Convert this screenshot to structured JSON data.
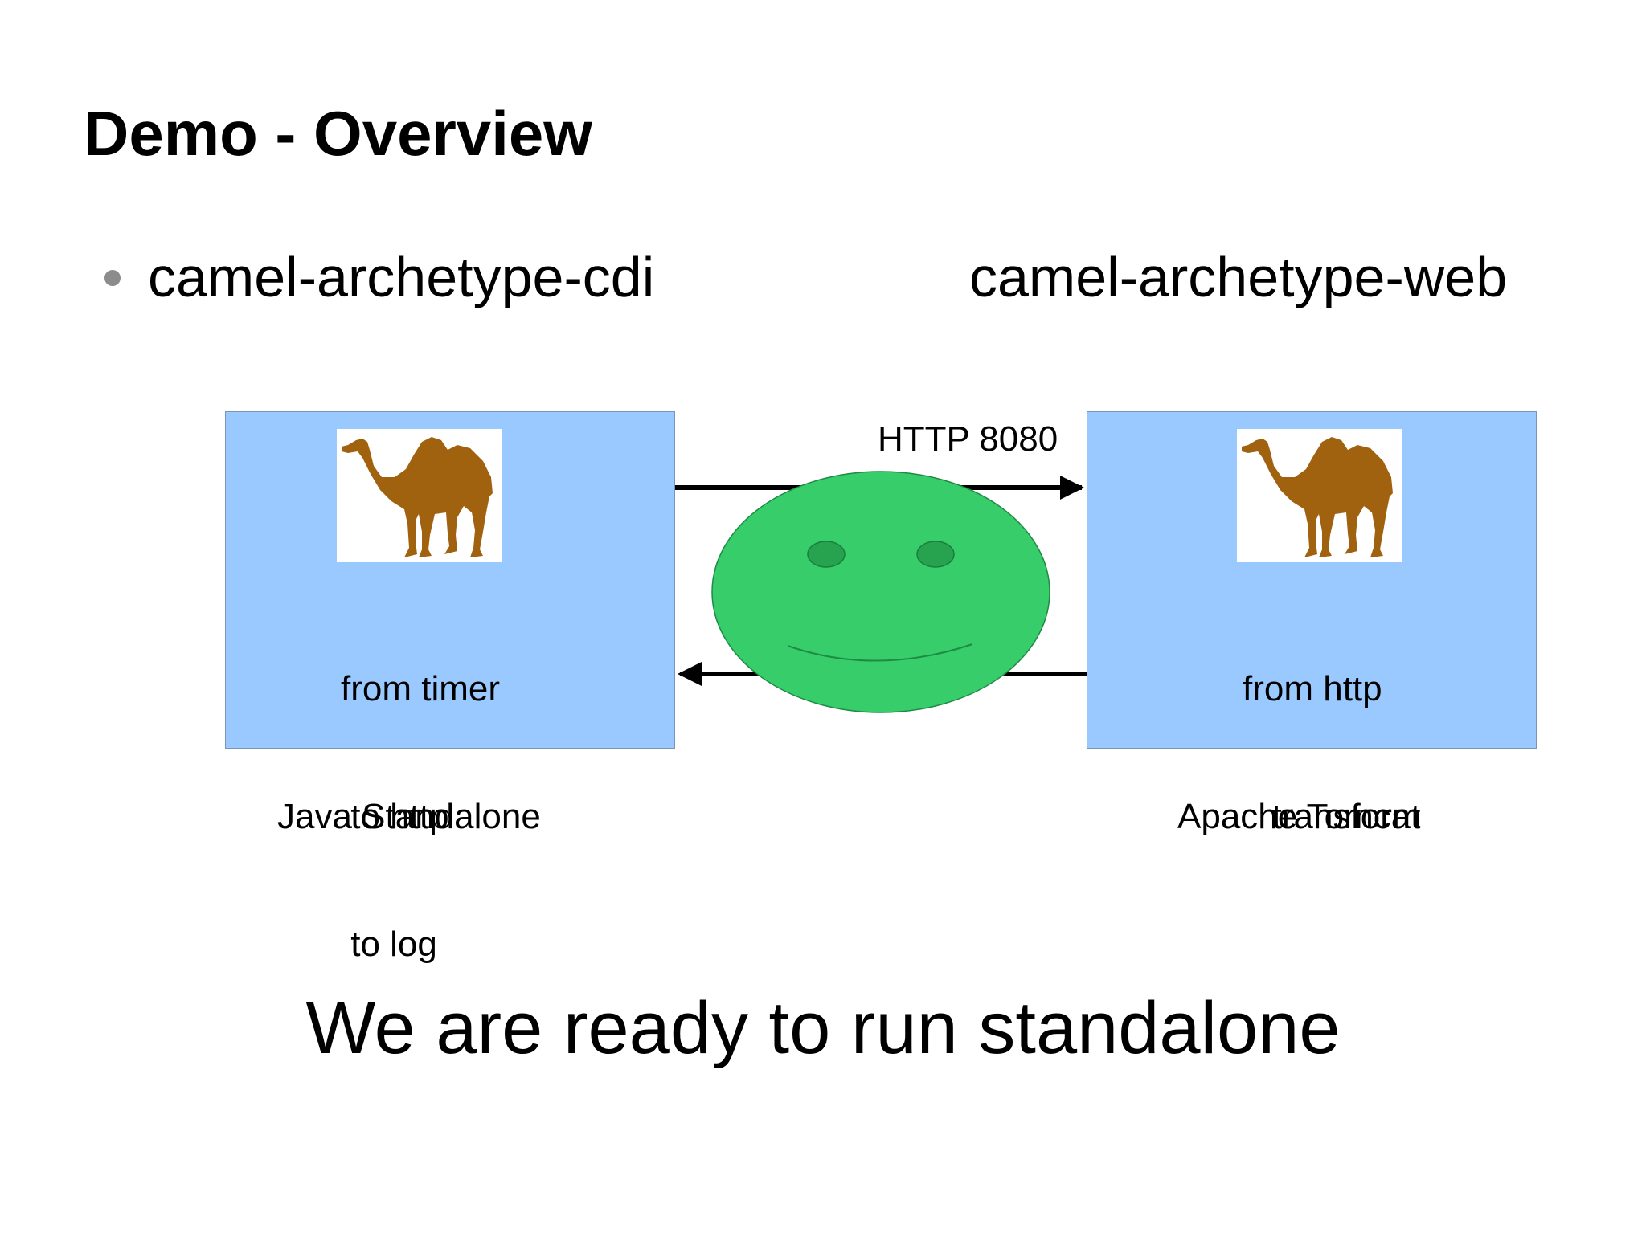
{
  "slide": {
    "title": "Demo - Overview",
    "tagline": "We are ready to run standalone"
  },
  "bullet": {
    "left_text": "camel-archetype-cdi",
    "right_text": "camel-archetype-web"
  },
  "diagram": {
    "connection_label": "HTTP 8080",
    "left_node": {
      "route_lines": [
        "from timer",
        " to http",
        " to log"
      ],
      "environment": "Java Standalone"
    },
    "right_node": {
      "route_lines": [
        "from http",
        "   transform"
      ],
      "environment": "Apache Tomcat"
    },
    "icons": {
      "node_icon": "camel-icon",
      "middle_icon": "smiley-face-icon"
    }
  },
  "colors": {
    "box_fill": "#99c9ff",
    "camel": "#a0620e",
    "smiley_fill": "#37cd6b",
    "smiley_eyes": "#27a24f",
    "bullet": "#8c8c8c"
  }
}
